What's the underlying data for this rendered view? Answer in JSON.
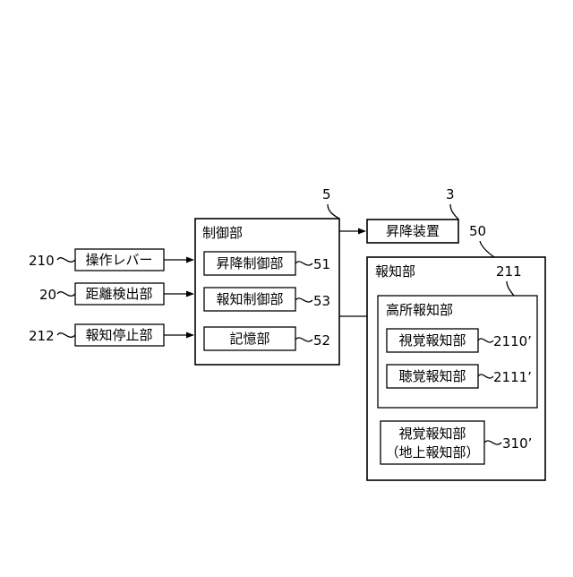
{
  "inputs": {
    "operation_lever": {
      "label": "操作レバー",
      "ref": "210"
    },
    "distance_detector": {
      "label": "距離検出部",
      "ref": "20"
    },
    "notification_stop": {
      "label": "報知停止部",
      "ref": "212"
    }
  },
  "control_unit": {
    "label": "制御部",
    "ref": "5",
    "lift_control": {
      "label": "昇降制御部",
      "ref": "51"
    },
    "notification_control": {
      "label": "報知制御部",
      "ref": "53"
    },
    "memory": {
      "label": "記憶部",
      "ref": "52"
    }
  },
  "lift_device": {
    "label": "昇降装置",
    "ref": "3"
  },
  "notification_unit": {
    "label": "報知部",
    "ref": "50",
    "high_place": {
      "label": "高所報知部",
      "ref": "211",
      "visual": {
        "label": "視覚報知部",
        "ref": "2110’"
      },
      "auditory": {
        "label": "聴覚報知部",
        "ref": "2111’"
      }
    },
    "ground_visual": {
      "label_line1": "視覚報知部",
      "label_line2": "（地上報知部）",
      "ref": "310’"
    }
  }
}
